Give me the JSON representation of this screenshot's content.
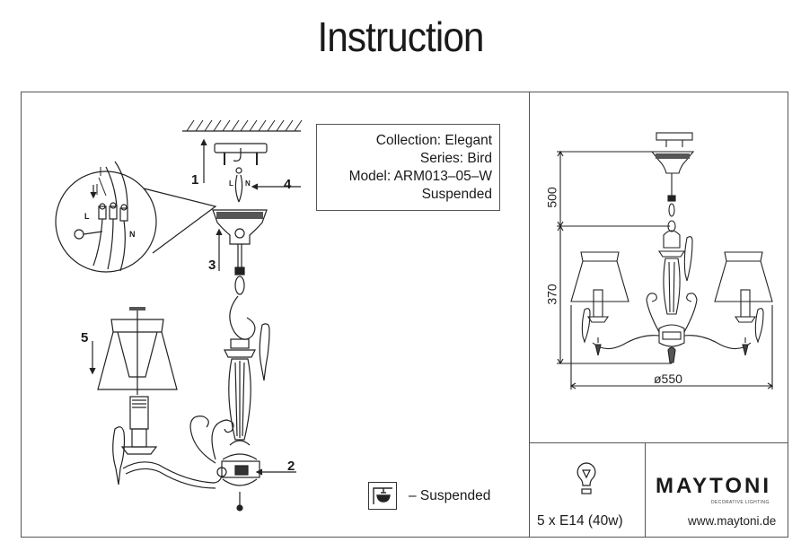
{
  "title": "Instruction",
  "product_info": {
    "collection": "Collection: Elegant",
    "series": "Series: Bird",
    "model": "Model: ARM013–05–W",
    "type": "Suspended"
  },
  "assembly_steps": {
    "step1": "1",
    "step2": "2",
    "step3": "3",
    "step4": "4",
    "step5": "5",
    "wire_live": "L",
    "wire_neutral": "N",
    "detail_live": "L",
    "detail_neutral": "N"
  },
  "mounting_legend": {
    "label": "– Suspended",
    "icon": "suspended-mount-icon"
  },
  "dimensions": {
    "height_chain": "500",
    "height_body": "370",
    "diameter": "ø550"
  },
  "bulb": {
    "icon": "light-bulb-icon",
    "spec": "5 x E14 (40w)"
  },
  "brand": {
    "name": "MAYTONI",
    "tagline": "DECORATIVE LIGHTING",
    "url": "www.maytoni.de"
  }
}
